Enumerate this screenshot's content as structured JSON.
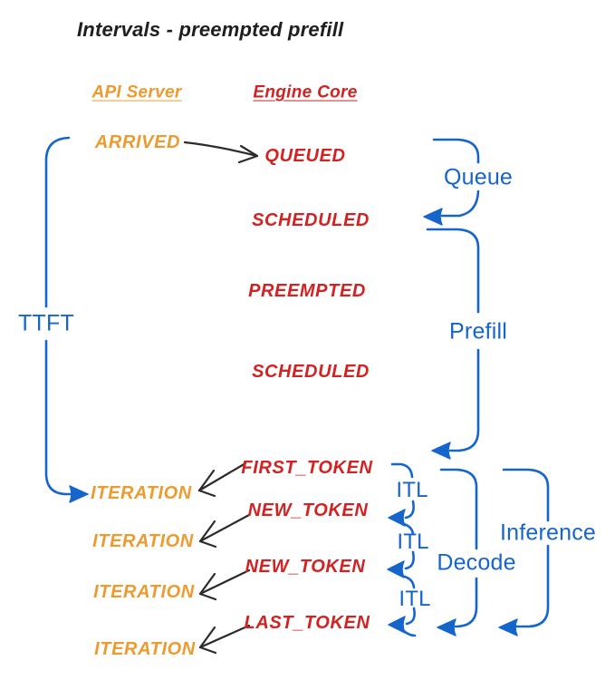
{
  "title": "Intervals - preempted prefill",
  "headers": {
    "api_server": "API Server",
    "engine_core": "Engine Core"
  },
  "events": {
    "arrived": "ARRIVED",
    "queued": "QUEUED",
    "scheduled_1": "SCHEDULED",
    "preempted": "PREEMPTED",
    "scheduled_2": "SCHEDULED",
    "first_token": "FIRST_TOKEN",
    "new_token_1": "NEW_TOKEN",
    "new_token_2": "NEW_TOKEN",
    "last_token": "LAST_TOKEN",
    "iteration_1": "ITERATION",
    "iteration_2": "ITERATION",
    "iteration_3": "ITERATION",
    "iteration_4": "ITERATION"
  },
  "intervals": {
    "ttft": "TTFT",
    "queue": "Queue",
    "prefill": "Prefill",
    "itl_1": "ITL",
    "itl_2": "ITL",
    "itl_3": "ITL",
    "decode": "Decode",
    "inference": "Inference"
  },
  "colors": {
    "api": "#ED9B2F",
    "engine": "#D22222",
    "blue": "#1565CB",
    "ink": "#2B2B2B"
  }
}
